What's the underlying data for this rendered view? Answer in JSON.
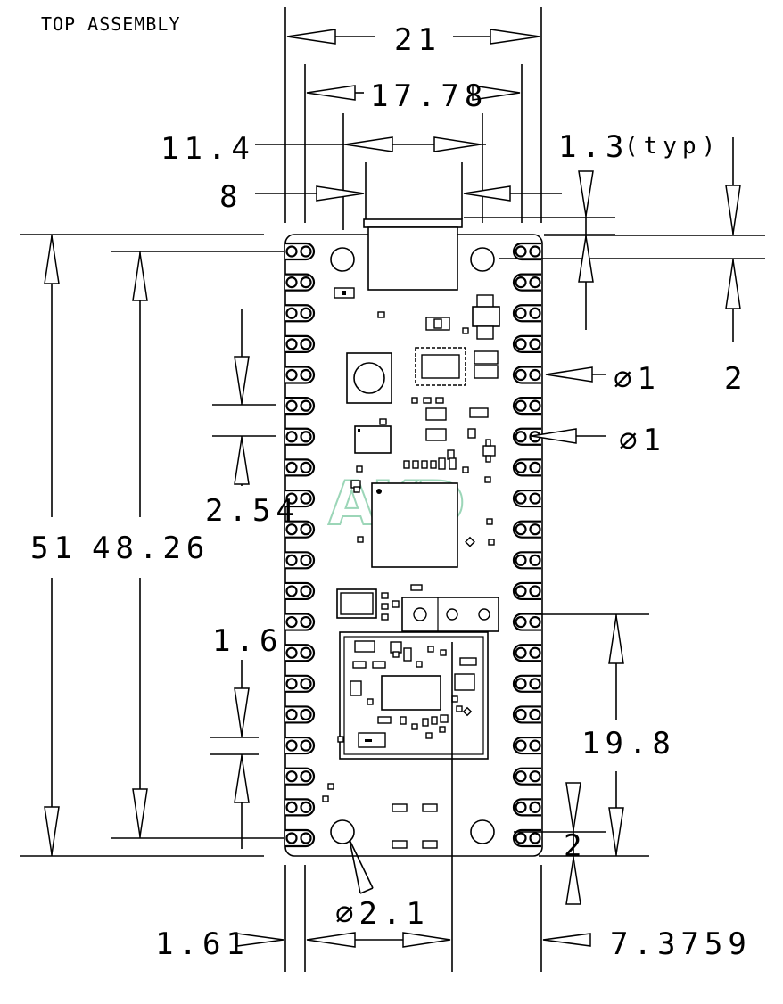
{
  "title": "TOP ASSEMBLY",
  "watermark": "AKD",
  "dimensions": {
    "width_board": "21",
    "pin_row_spacing": "17.78",
    "mount_hole_spacing_x": "11.4",
    "usb_width": "8",
    "usb_overhang": "1.3",
    "usb_overhang_suffix": "(typ)",
    "mount_hole_offset": "2",
    "hole_dia_1a": "∅1",
    "hole_dia_1b": "∅1",
    "pin_pitch": "2.54",
    "board_length": "51",
    "mount_hole_spacing_y": "48.26",
    "pad_height": "1.6",
    "debug_offset": "19.8",
    "bottom_hole_offset": "2",
    "mount_hole_dia": "∅2.1",
    "edge_to_pin": "1.61",
    "center_offset": "7.3759"
  }
}
